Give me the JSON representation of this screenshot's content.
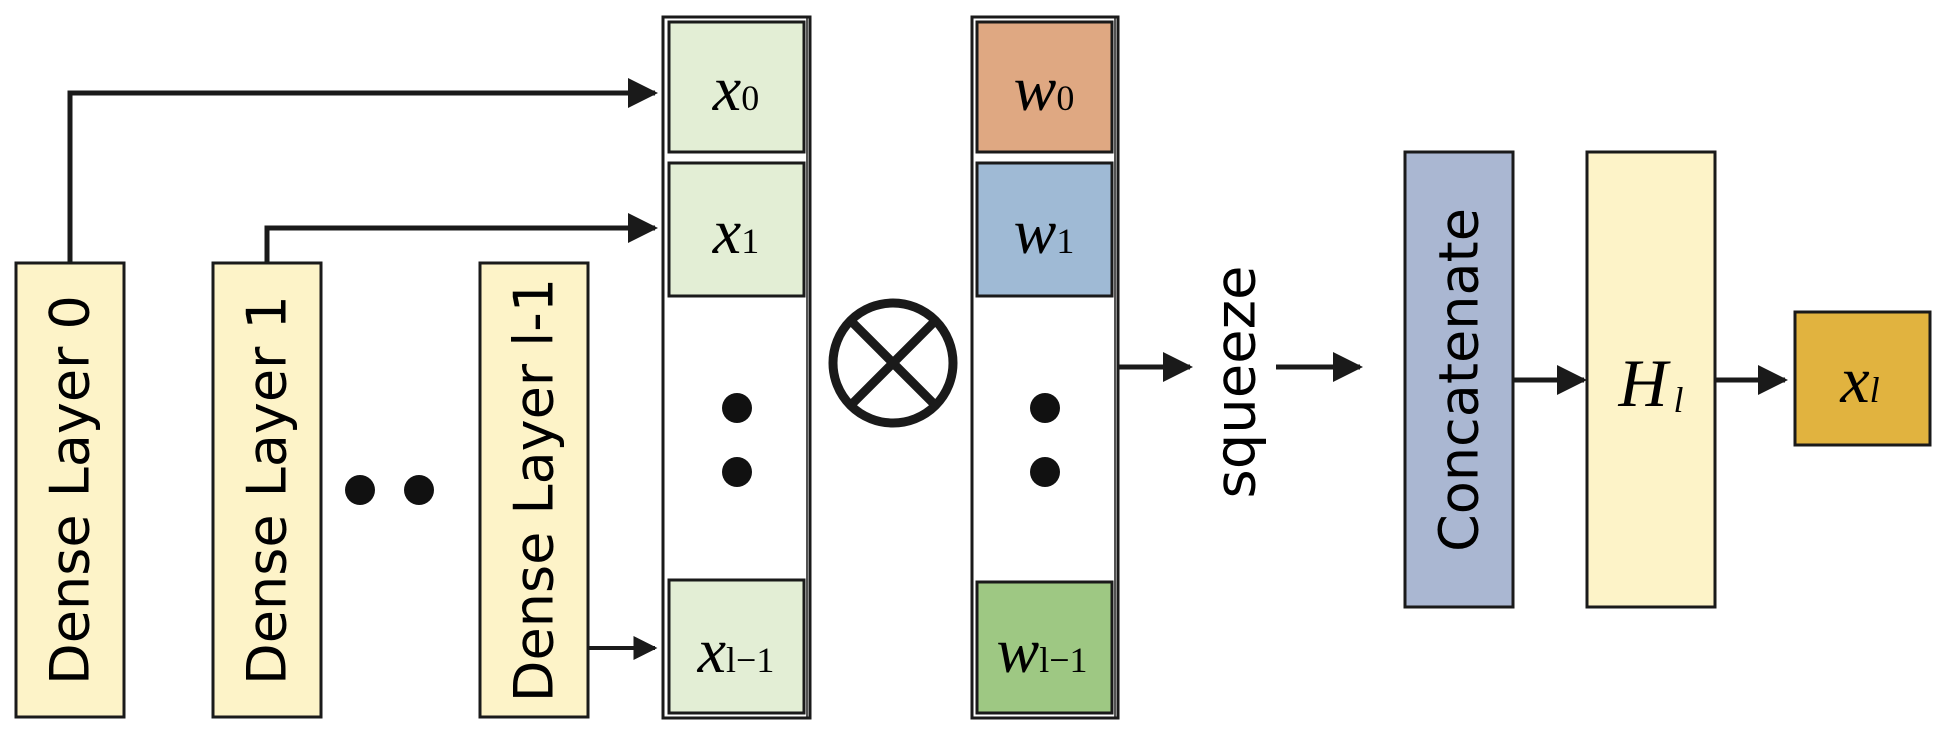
{
  "dense_layers": [
    {
      "label": "Dense Layer 0"
    },
    {
      "label": "Dense Layer 1"
    },
    {
      "label": "Dense Layer l-1"
    }
  ],
  "x_inputs": [
    {
      "base": "x",
      "sub": "0"
    },
    {
      "base": "x",
      "sub": "1"
    },
    {
      "base": "x",
      "sub": "l−1"
    }
  ],
  "weights": [
    {
      "base": "w",
      "sub": "0"
    },
    {
      "base": "w",
      "sub": "1"
    },
    {
      "base": "w",
      "sub": "l−1"
    }
  ],
  "operator": {
    "icon": "circled-times-icon"
  },
  "squeeze_label": "squeeze",
  "concatenate_label": "Concatenate",
  "h_block": {
    "base": "H",
    "sub": "l"
  },
  "output": {
    "base": "x",
    "sub": "l"
  },
  "colors": {
    "dense_layer_fill": "#fdf3c8",
    "x_fill": "#e3eed5",
    "w0_fill": "#dfa882",
    "w1_fill": "#9fbad5",
    "wl_fill": "#9ec883",
    "concatenate_fill": "#aab7d2",
    "h_fill": "#fdf3c8",
    "output_fill": "#e1b33f",
    "stroke": "#1a1a1a"
  }
}
